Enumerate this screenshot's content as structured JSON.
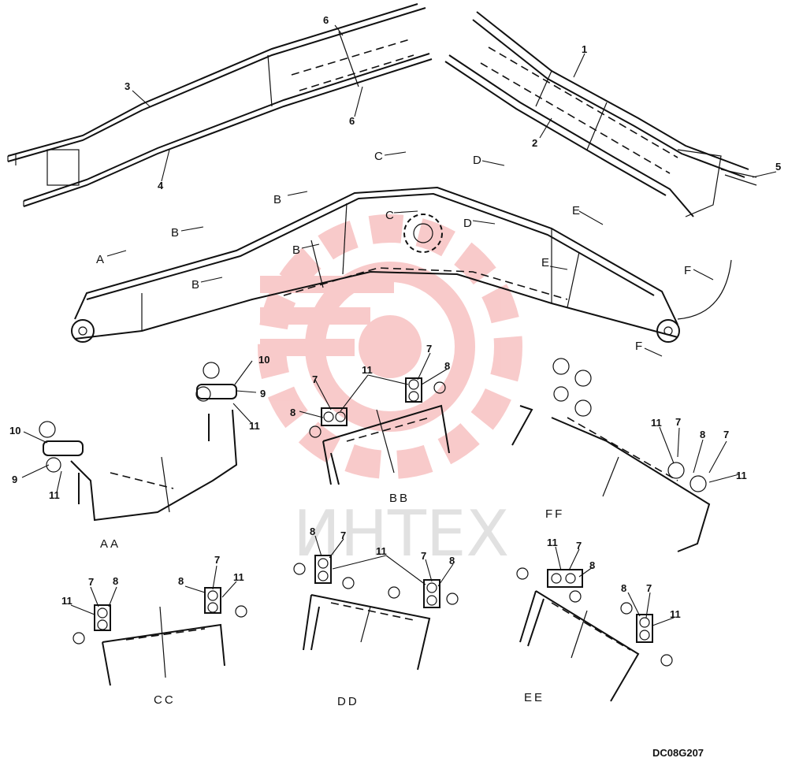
{
  "watermark": {
    "text": "ИНТЕХ",
    "logo_color": "#f3b3b3"
  },
  "figure_code": "DC08G207",
  "part_numbers": {
    "p1": "1",
    "p2": "2",
    "p3": "3",
    "p4": "4",
    "p5": "5",
    "p6a": "6",
    "p6b": "6"
  },
  "view_markers": {
    "A": "A",
    "B1": "B",
    "B2": "B",
    "B3": "B",
    "B4": "B",
    "C1": "C",
    "C2": "C",
    "D1": "D",
    "D2": "D",
    "E1": "E",
    "E2": "E",
    "F1": "F",
    "F2": "F"
  },
  "section_views": {
    "AA": {
      "title": "AA",
      "labels": [
        "10",
        "9",
        "11",
        "10",
        "9",
        "11"
      ]
    },
    "BB": {
      "title": "BB",
      "labels": [
        "7",
        "11",
        "8",
        "7",
        "8"
      ]
    },
    "CC": {
      "title": "CC",
      "labels": [
        "7",
        "8",
        "11",
        "8",
        "7",
        "11"
      ]
    },
    "DD": {
      "title": "DD",
      "labels": [
        "8",
        "7",
        "11",
        "7",
        "8"
      ]
    },
    "EE": {
      "title": "EE",
      "labels": [
        "11",
        "7",
        "8",
        "8",
        "7",
        "11"
      ]
    },
    "FF": {
      "title": "FF",
      "labels": [
        "11",
        "7",
        "8",
        "7",
        "11"
      ]
    }
  }
}
